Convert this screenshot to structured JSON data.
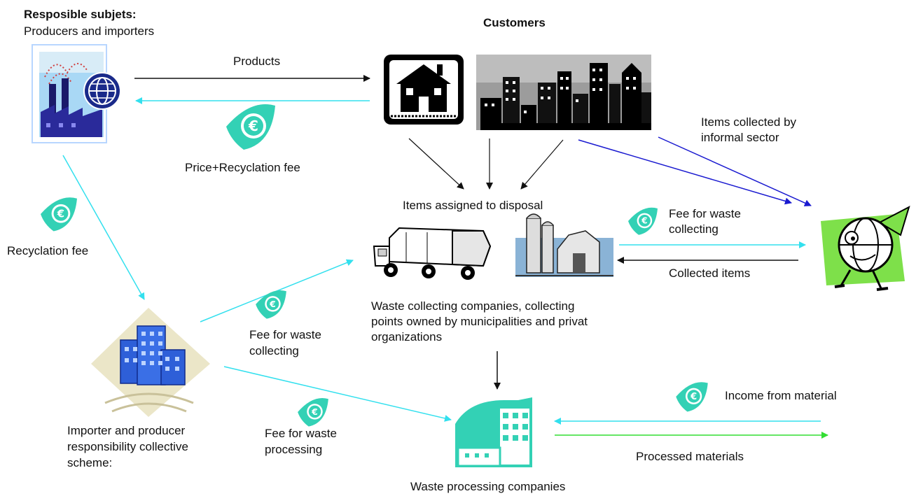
{
  "title": {
    "bold": "Resposible subjets:",
    "sub": "Producers and importers"
  },
  "customers": "Customers",
  "labels": {
    "products": "Products",
    "price_fee": "Price+Recyclation fee",
    "recyclation_fee": "Recyclation fee",
    "items_disposal": "Items assigned to disposal",
    "informal_line1": "Items collected by",
    "informal_line2": "informal sector",
    "fee_collect_right_1": "Fee for waste",
    "fee_collect_right_2": "collecting",
    "collected_items": "Collected items",
    "waste_collecting_1": "Waste collecting companies, collecting",
    "waste_collecting_2": "points owned by municipalities and privat",
    "waste_collecting_3": "organizations",
    "fee_collect_left_1": "Fee for waste",
    "fee_collect_left_2": "collecting",
    "fee_processing_1": "Fee for waste",
    "fee_processing_2": "processing",
    "scheme_1": "Importer and producer",
    "scheme_2": "responsibility collective",
    "scheme_3": "scheme:",
    "income_material": "Income from material",
    "processed_materials": "Processed materials",
    "processing_companies": "Waste processing companies"
  },
  "icons": {
    "factory": "factory-globe-icon",
    "house": "house-icon",
    "city": "city-skyline-icon",
    "truck": "garbage-truck-icon",
    "silo": "silo-barn-icon",
    "informal": "globe-character-icon",
    "scheme": "office-buildings-icon",
    "processing": "processing-plant-icon",
    "euro": "euro-money-icon"
  },
  "colors": {
    "cyan_arrow": "#33e0ee",
    "blue_arrow": "#1a1ad0",
    "green_arrow": "#33dd33",
    "black_arrow": "#111111",
    "euro_teal": "#33d1b5"
  }
}
